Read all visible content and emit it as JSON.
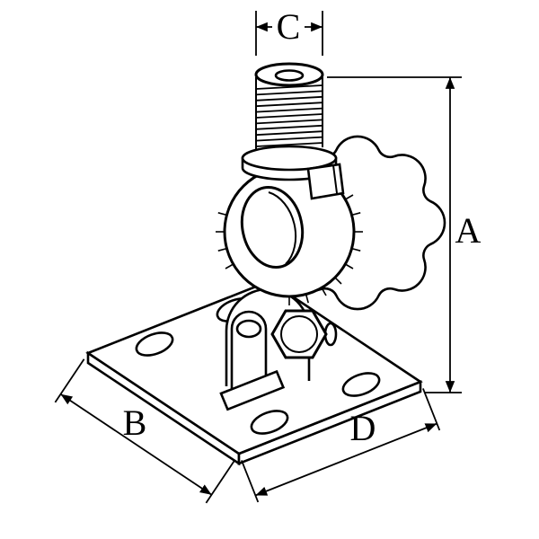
{
  "drawing": {
    "background_color": "#ffffff",
    "line_color": "#000000",
    "dimension_labels": {
      "a": "A",
      "b": "B",
      "c": "C",
      "d": "D"
    }
  }
}
